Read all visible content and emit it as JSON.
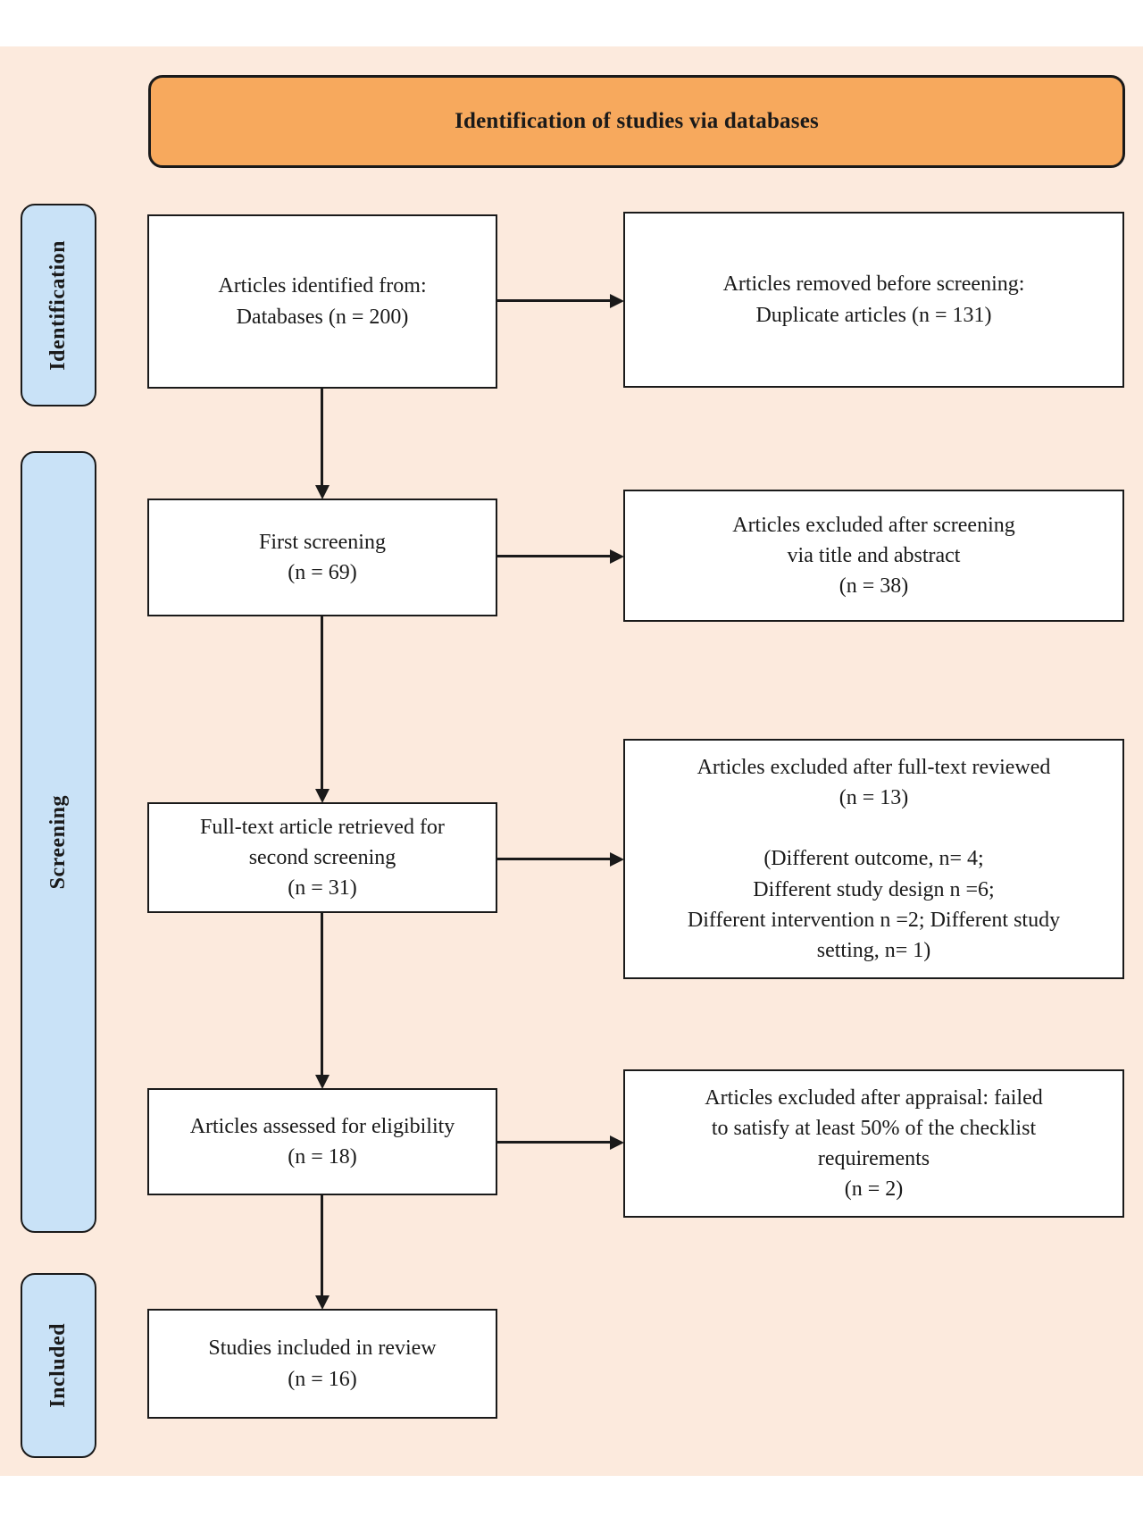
{
  "colors": {
    "background": "#fceadd",
    "banner_fill": "#f7a95d",
    "stage_fill": "#c9e2f7",
    "box_fill": "#ffffff",
    "ink": "#1a1a1a"
  },
  "banner": {
    "title": "Identification of studies via databases"
  },
  "stages": [
    {
      "id": "identification",
      "label": "Identification"
    },
    {
      "id": "screening",
      "label": "Screening"
    },
    {
      "id": "included",
      "label": "Included"
    }
  ],
  "boxes": {
    "identified": {
      "text": "Articles identified from:\nDatabases (n = 200)"
    },
    "removed_before_screening": {
      "text": "Articles removed before screening:\nDuplicate articles (n = 131)"
    },
    "first_screening": {
      "text": "First screening\n(n = 69)"
    },
    "excluded_title_abstract": {
      "text": "Articles excluded after screening\nvia title and abstract\n(n = 38)"
    },
    "full_text_retrieved": {
      "text": "Full-text article retrieved for\nsecond screening\n(n = 31)"
    },
    "excluded_full_text": {
      "text": "Articles excluded after full-text reviewed\n(n = 13)\n\n(Different outcome, n= 4;\nDifferent study design n =6;\nDifferent intervention n =2; Different study\nsetting, n= 1)"
    },
    "assessed_eligibility": {
      "text": "Articles assessed for eligibility\n(n = 18)"
    },
    "excluded_appraisal": {
      "text": "Articles excluded after appraisal: failed\nto satisfy at least 50% of the checklist\nrequirements\n(n = 2)"
    },
    "included_review": {
      "text": "Studies included in review\n(n = 16)"
    }
  }
}
